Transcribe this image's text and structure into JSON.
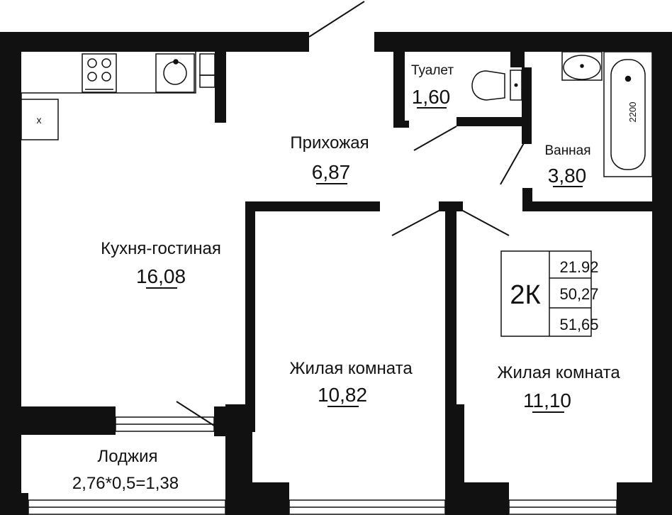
{
  "plan": {
    "rooms": [
      {
        "id": "kitchen",
        "name": "Кухня-гостиная",
        "area": "16,08"
      },
      {
        "id": "hall",
        "name": "Прихожая",
        "area": "6,87"
      },
      {
        "id": "toilet",
        "name": "Туалет",
        "area": "1,60"
      },
      {
        "id": "bath",
        "name": "Ванная",
        "area": "3,80"
      },
      {
        "id": "room1",
        "name": "Жилая комната",
        "area": "10,82"
      },
      {
        "id": "room2",
        "name": "Жилая комната",
        "area": "11,10"
      },
      {
        "id": "loggia",
        "name": "Лоджия",
        "area": "2,76*0,5=1,38"
      }
    ],
    "bathtub_length": "2200",
    "fridge_mark": "x",
    "summary": {
      "type": "2К",
      "living_area": "21.92",
      "total_area": "50,27",
      "total_with_loggia": "51,65"
    }
  },
  "colors": {
    "wall": "#111111",
    "background": "#ffffff"
  }
}
